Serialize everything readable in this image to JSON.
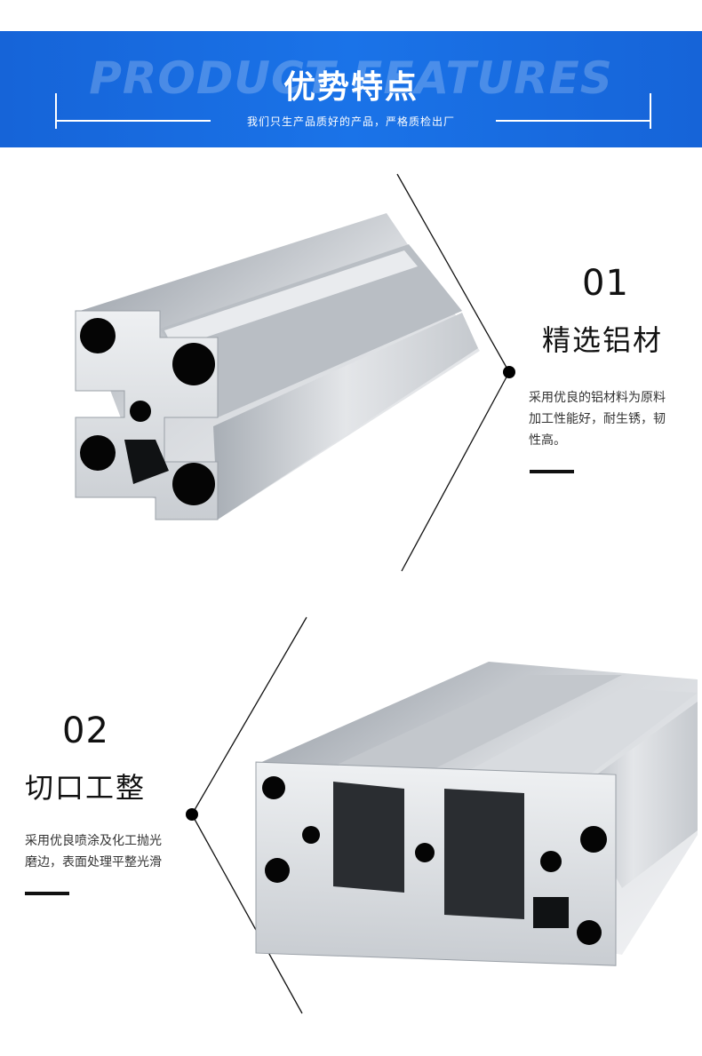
{
  "banner": {
    "background_word": "PRODUCT FEATURES",
    "title": "优势特点",
    "subtitle": "我们只生产品质好的产品，严格质检出厂",
    "color": "#1a6fe0"
  },
  "features": [
    {
      "number": "01",
      "title": "精选铝材",
      "description_lines": [
        "采用优良的铝材料为原料",
        "加工性能好，耐生锈，韧",
        "性高。"
      ]
    },
    {
      "number": "02",
      "title": "切口工整",
      "description_lines": [
        "采用优良喷涂及化工抛光",
        "磨边，表面处理平整光滑"
      ]
    }
  ]
}
